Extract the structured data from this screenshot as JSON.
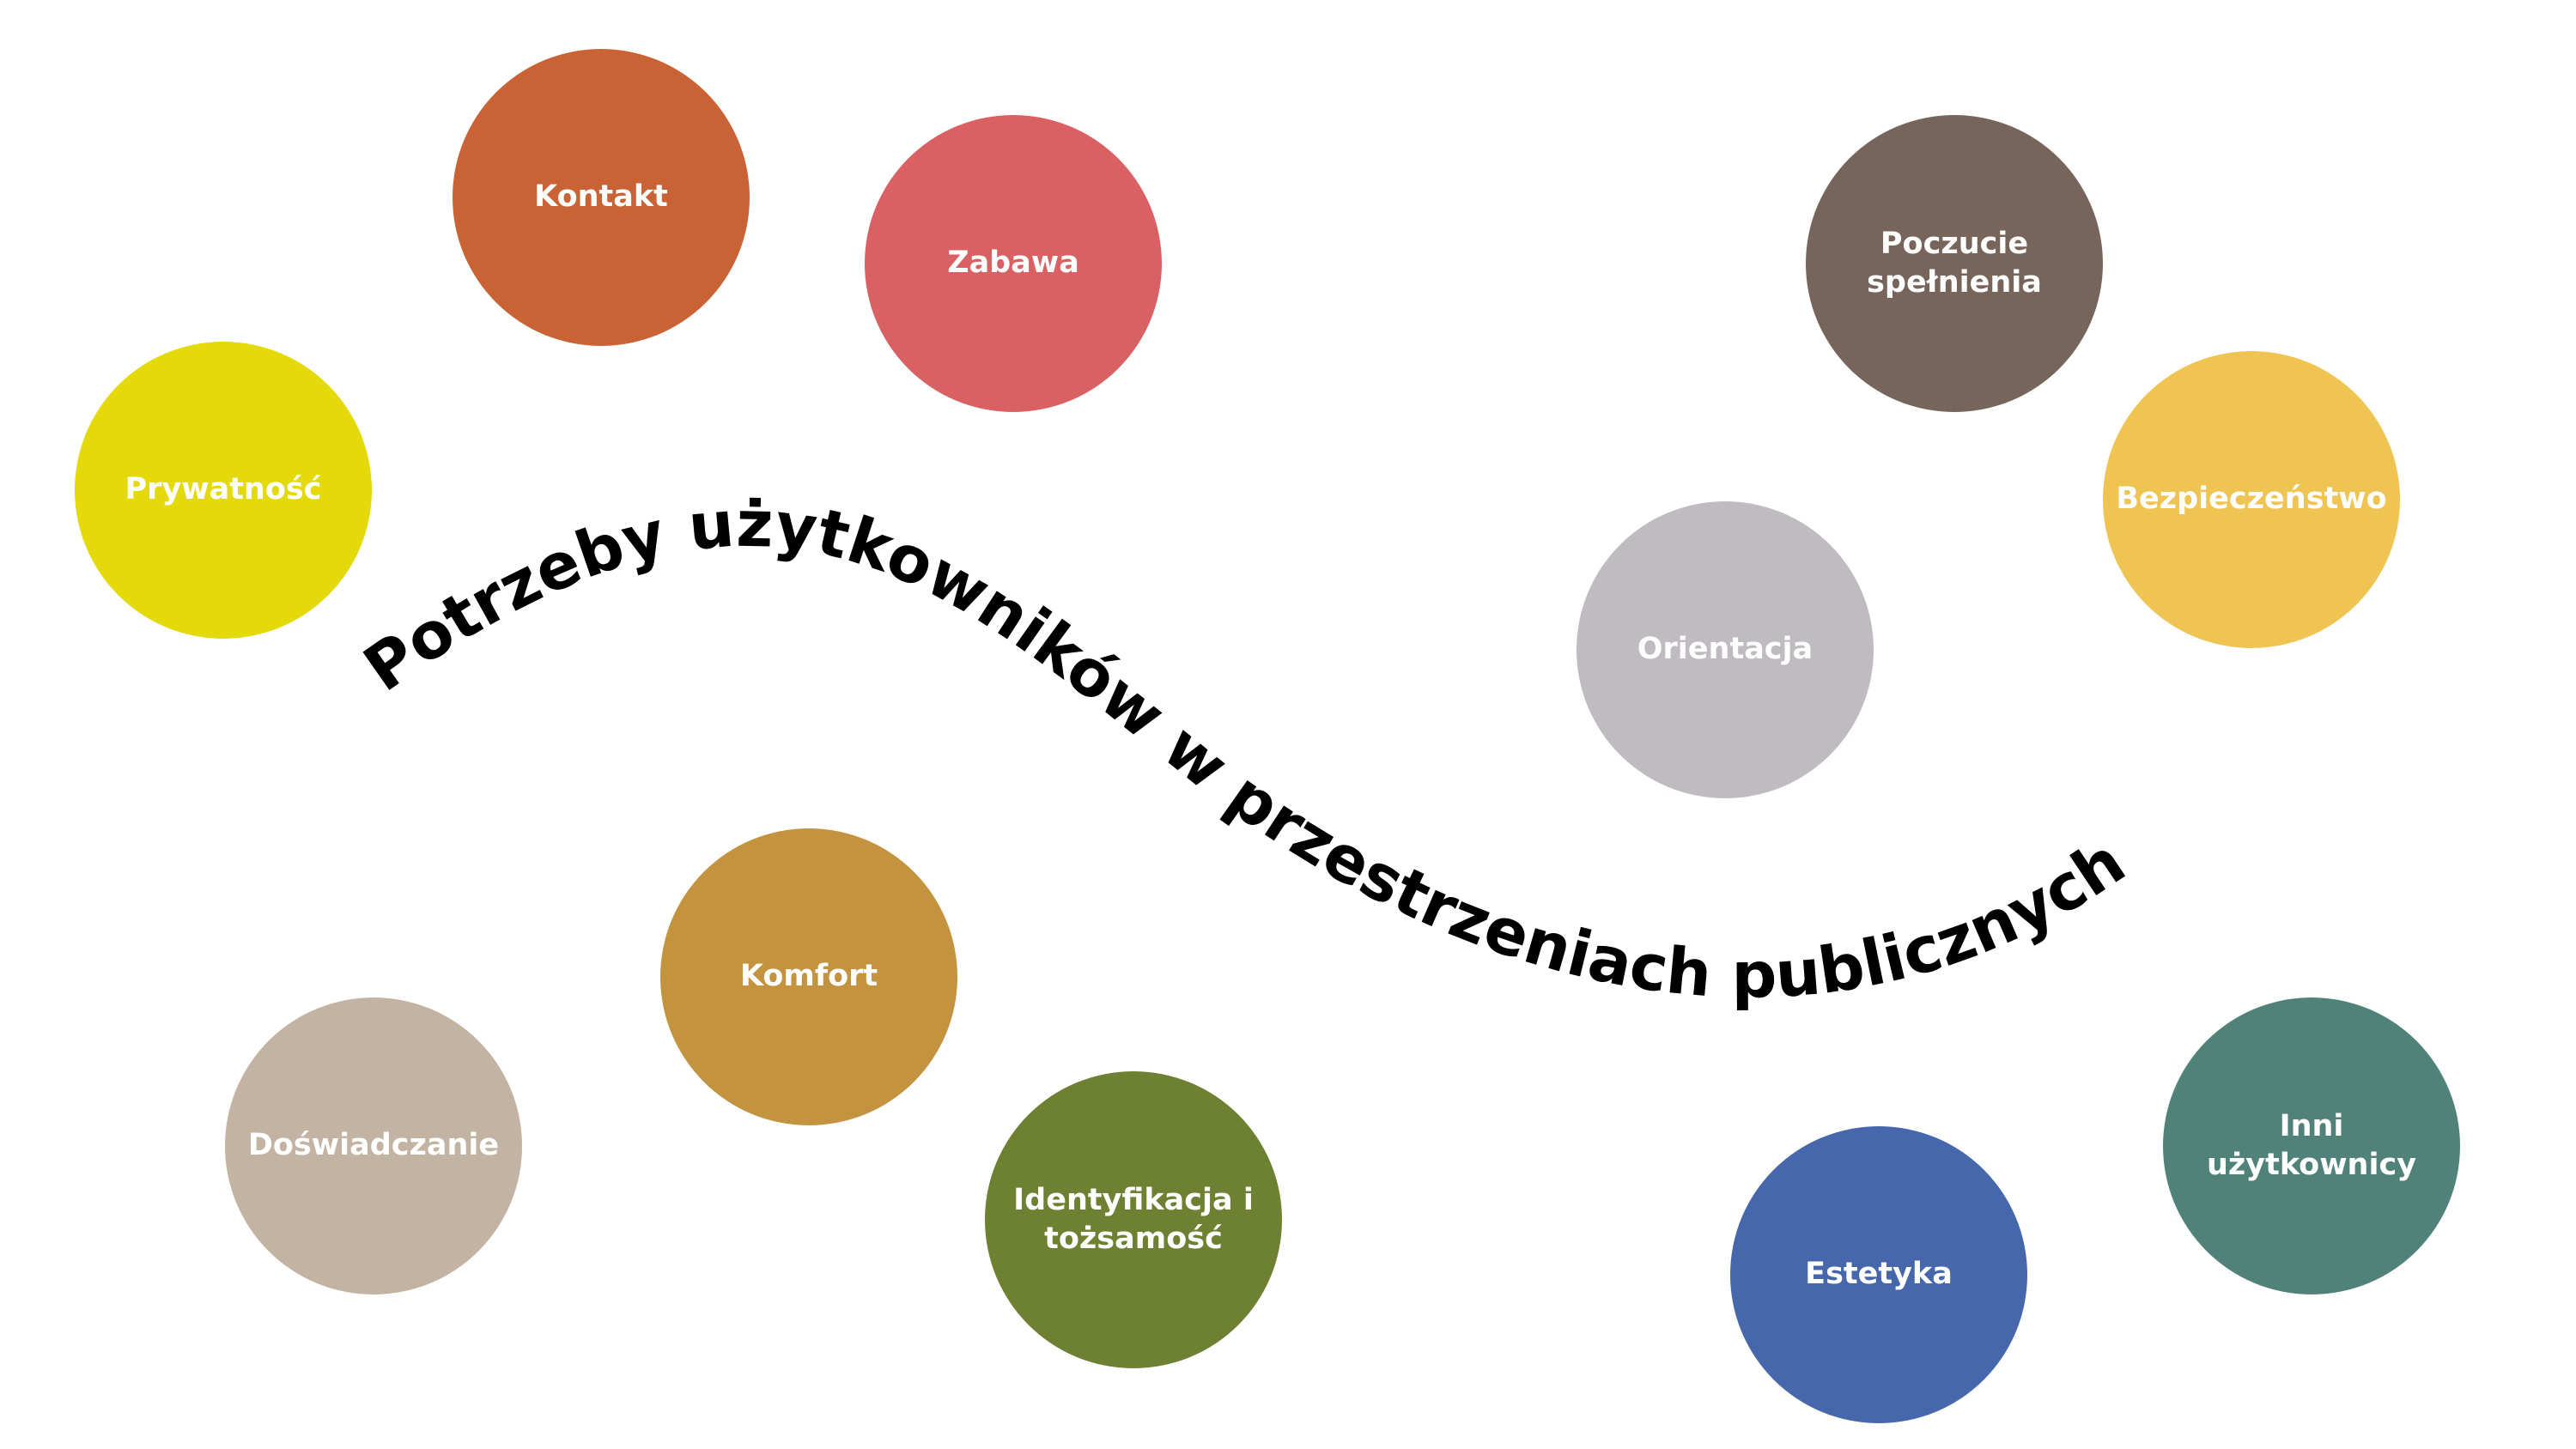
{
  "title": "Potrzeby użytkowników w przestrzeniach publicznych",
  "colors": {
    "text_on_bubble": "#ffffff",
    "title": "#000000",
    "background": "#ffffff"
  },
  "bubbles": [
    {
      "id": "kontakt",
      "label": "Kontakt",
      "color": "#C96234"
    },
    {
      "id": "zabawa",
      "label": "Zabawa",
      "color": "#D96063"
    },
    {
      "id": "prywatnosc",
      "label": "Prywatność",
      "color": "#E3D90B"
    },
    {
      "id": "poczucie",
      "label": "Poczucie\nspełnienia",
      "color": "#77645A"
    },
    {
      "id": "bezpieczenstwo",
      "label": "Bezpieczeństwo",
      "color": "#F0C452"
    },
    {
      "id": "orientacja",
      "label": "Orientacja",
      "color": "#BFBBC1"
    },
    {
      "id": "komfort",
      "label": "Komfort",
      "color": "#C4933F"
    },
    {
      "id": "doswiadczanie",
      "label": "Doświadczanie",
      "color": "#C3B3A3"
    },
    {
      "id": "identyfikacja",
      "label": "Identyfikacja i\ntożsamość",
      "color": "#6E8031"
    },
    {
      "id": "inni",
      "label": "Inni\nużytkownicy",
      "color": "#508279"
    },
    {
      "id": "estetyka",
      "label": "Estetyka",
      "color": "#4767AC"
    }
  ]
}
